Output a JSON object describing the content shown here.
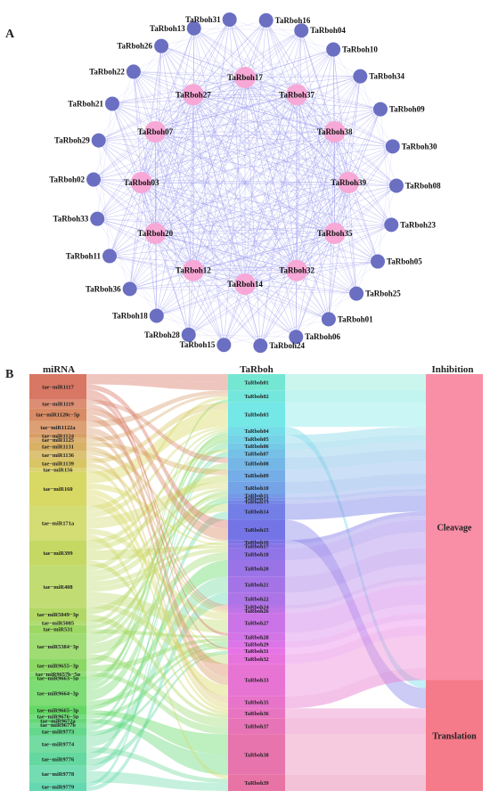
{
  "panel_a": {
    "label": "A",
    "hub_color": "#f7a8d6",
    "outer_color": "#6a6fc2",
    "edge_color": "#9d9cf0",
    "hub_nodes": [
      "TaRboh17",
      "TaRboh37",
      "TaRboh38",
      "TaRboh39",
      "TaRboh35",
      "TaRboh32",
      "TaRboh14",
      "TaRboh12",
      "TaRboh20",
      "TaRboh03",
      "TaRboh07",
      "TaRboh27"
    ],
    "outer_nodes": [
      "TaRboh16",
      "TaRboh04",
      "TaRboh10",
      "TaRboh34",
      "TaRboh09",
      "TaRboh30",
      "TaRboh08",
      "TaRboh23",
      "TaRboh05",
      "TaRboh25",
      "TaRboh01",
      "TaRboh06",
      "TaRboh24",
      "TaRboh15",
      "TaRboh28",
      "TaRboh18",
      "TaRboh36",
      "TaRboh11",
      "TaRboh33",
      "TaRboh02",
      "TaRboh29",
      "TaRboh21",
      "TaRboh22",
      "TaRboh26",
      "TaRboh13",
      "TaRboh31"
    ]
  },
  "panel_b": {
    "label": "B",
    "col_mirna": "miRNA",
    "col_gene": "TaRboh",
    "col_inhibition": "Inhibition",
    "mirnas": [
      {
        "name": "tae−miR1117",
        "w": 3
      },
      {
        "name": "tae−miR1119",
        "w": 1
      },
      {
        "name": "tae−miR1120c−5p",
        "w": 1.5
      },
      {
        "name": "tae−miR1122a",
        "w": 1.5
      },
      {
        "name": "tae−miR1124",
        "w": 0.5
      },
      {
        "name": "tae−miR1125",
        "w": 0.5
      },
      {
        "name": "tae−miR1131",
        "w": 1
      },
      {
        "name": "tae−miR1136",
        "w": 1
      },
      {
        "name": "tae−miR1139",
        "w": 1
      },
      {
        "name": "tae−miR156",
        "w": 0.5
      },
      {
        "name": "tae−miR160",
        "w": 4
      },
      {
        "name": "tae−miR171a",
        "w": 4
      },
      {
        "name": "tae−miR399",
        "w": 3
      },
      {
        "name": "tae−miR408",
        "w": 5
      },
      {
        "name": "tae−miR5049−3p",
        "w": 1.5
      },
      {
        "name": "tae−miR5085",
        "w": 0.5
      },
      {
        "name": "tae−miR531",
        "w": 1
      },
      {
        "name": "tae−miR5384−3p",
        "w": 3
      },
      {
        "name": "tae−miR9655−3p",
        "w": 1.5
      },
      {
        "name": "tae−miR9657b−5p",
        "w": 0.5
      },
      {
        "name": "tae−miR9663−5p",
        "w": 0.5
      },
      {
        "name": "tae−miR9664−3p",
        "w": 3
      },
      {
        "name": "tae−miR9665−3p",
        "w": 1
      },
      {
        "name": "tae−miR9676−5p",
        "w": 0.5
      },
      {
        "name": "tae−miR9672a",
        "w": 0.5
      },
      {
        "name": "tae−miR9677b",
        "w": 0.5
      },
      {
        "name": "tae−miR9773",
        "w": 1
      },
      {
        "name": "tae−miR9774",
        "w": 2
      },
      {
        "name": "tae−miR9776",
        "w": 1.5
      },
      {
        "name": "tae−miR9778",
        "w": 2
      },
      {
        "name": "tae−miR9779",
        "w": 1
      }
    ],
    "genes": [
      {
        "name": "TaRboh01",
        "w": 2,
        "t": "c"
      },
      {
        "name": "TaRboh02",
        "w": 1.5,
        "t": "c"
      },
      {
        "name": "TaRboh03",
        "w": 3,
        "t": "c"
      },
      {
        "name": "TaRboh04",
        "w": 1,
        "t": "t"
      },
      {
        "name": "TaRboh05",
        "w": 1,
        "t": "c"
      },
      {
        "name": "TaRboh06",
        "w": 0.8,
        "t": "c"
      },
      {
        "name": "TaRboh07",
        "w": 1,
        "t": "c"
      },
      {
        "name": "TaRboh08",
        "w": 1.5,
        "t": "c"
      },
      {
        "name": "TaRboh09",
        "w": 1.5,
        "t": "c"
      },
      {
        "name": "TaRboh10",
        "w": 1.5,
        "t": "c"
      },
      {
        "name": "TaRboh11",
        "w": 0.4,
        "t": "c"
      },
      {
        "name": "TaRboh12",
        "w": 0.4,
        "t": "c"
      },
      {
        "name": "TaRboh13",
        "w": 0.4,
        "t": "c"
      },
      {
        "name": "TaRboh14",
        "w": 2,
        "t": "c"
      },
      {
        "name": "TaRboh15",
        "w": 2.5,
        "t": "t"
      },
      {
        "name": "TaRboh16",
        "w": 0.5,
        "t": "c"
      },
      {
        "name": "TaRboh17",
        "w": 0.5,
        "t": "c"
      },
      {
        "name": "TaRboh18",
        "w": 1.5,
        "t": "c"
      },
      {
        "name": "TaRboh20",
        "w": 2,
        "t": "c"
      },
      {
        "name": "TaRboh21",
        "w": 2,
        "t": "c"
      },
      {
        "name": "TaRboh22",
        "w": 1.5,
        "t": "c"
      },
      {
        "name": "TaRboh24",
        "w": 0.5,
        "t": "c"
      },
      {
        "name": "TaRboh26",
        "w": 0.5,
        "t": "c"
      },
      {
        "name": "TaRboh27",
        "w": 2.5,
        "t": "c"
      },
      {
        "name": "TaRboh28",
        "w": 1,
        "t": "c"
      },
      {
        "name": "TaRboh29",
        "w": 0.8,
        "t": "c"
      },
      {
        "name": "TaRboh31",
        "w": 0.8,
        "t": "c"
      },
      {
        "name": "TaRboh32",
        "w": 1.2,
        "t": "c"
      },
      {
        "name": "TaRboh33",
        "w": 4,
        "t": "c"
      },
      {
        "name": "TaRboh35",
        "w": 1.5,
        "t": "c"
      },
      {
        "name": "TaRboh36",
        "w": 1.2,
        "t": "t"
      },
      {
        "name": "TaRboh37",
        "w": 2,
        "t": "t"
      },
      {
        "name": "TaRboh38",
        "w": 5,
        "t": "t"
      },
      {
        "name": "TaRboh39",
        "w": 2,
        "t": "t"
      }
    ],
    "inhibition": [
      {
        "name": "Cleavage",
        "color": "#f98fa6"
      },
      {
        "name": "Translation",
        "color": "#f57a8a"
      }
    ]
  }
}
